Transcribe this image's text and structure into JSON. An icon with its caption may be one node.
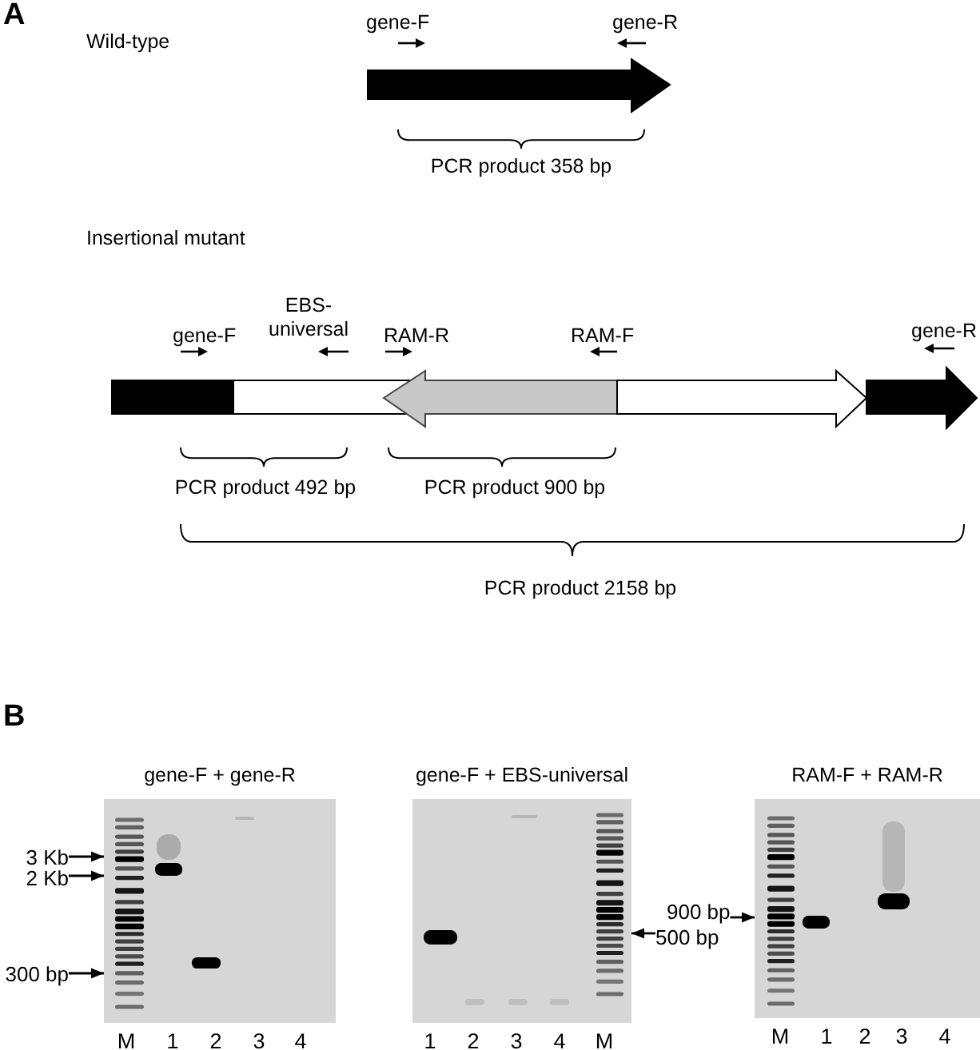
{
  "diagram": {
    "nodes": [
      {
        "text": [
          "gene-F + gene-R"
        ],
        "beside": [
          "M",
          "1",
          "2",
          "3",
          "4"
        ]
      },
      {
        "text": [
          "gene-F + EBS-universal"
        ],
        "beside": [
          "1",
          "2",
          "3",
          "4",
          "M"
        ]
      },
      {
        "text": [
          "RAM-F + RAM-R"
        ],
        "beside": [
          "M",
          "1",
          "2",
          "3",
          "4"
        ]
      },
      {
        "text": [
          "3 Kb"
        ]
      },
      {
        "text": [
          "2 Kb"
        ]
      },
      {
        "text": [
          "900 bp"
        ]
      },
      {
        "text": [
          "500 bp"
        ]
      },
      {
        "text": [
          "300 bp"
        ]
      }
    ],
    "edges": [
      {
        "from": 3,
        "to": 0,
        "arrow": "to"
      },
      {
        "from": 4,
        "to": 0,
        "arrow": "to"
      },
      {
        "from": 5,
        "to": 2,
        "arrow": "to"
      },
      {
        "from": 6,
        "to": 1,
        "arrow": "to"
      },
      {
        "from": 7,
        "to": 0,
        "arrow": "to"
      }
    ],
    "labels": [
      "A",
      "gene-F",
      "gene-R",
      "Wild-type",
      "PCR product 358 bp",
      "Insertional mutant",
      "gene-F",
      "EBS-universal",
      "RAM-R",
      "RAM-F",
      "gene-R",
      "PCR product 492 bp",
      "PCR product 900 bp",
      "PCR product 2158 bp",
      "B"
    ]
  }
}
